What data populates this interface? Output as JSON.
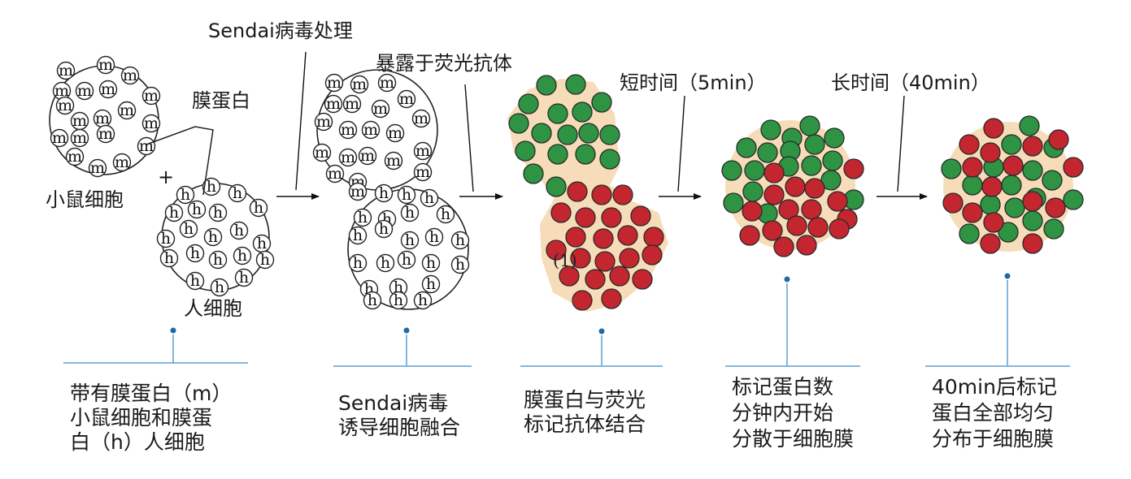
{
  "labels": {
    "membrane_protein": "膜蛋白",
    "mouse_cell": "小鼠细胞",
    "human_cell": "人细胞",
    "plus_sign": "+",
    "sendai_treatment": "Sendai病毒处理",
    "fluorescent_exposure": "暴露于荧光抗体",
    "short_time": "短时间（5min）",
    "long_time": "长时间（40min）",
    "marker_1": "(1)",
    "mouse_symbol": "m",
    "human_symbol": "h"
  },
  "captions": [
    {
      "lines": [
        "带有膜蛋白（m）",
        "小鼠细胞和膜蛋",
        "白（h）人细胞"
      ]
    },
    {
      "lines": [
        "Sendai病毒",
        "诱导细胞融合"
      ]
    },
    {
      "lines": [
        "膜蛋白与荧光",
        "标记抗体结合"
      ]
    },
    {
      "lines": [
        "标记蛋白数",
        "分钟内开始",
        "分散于细胞膜"
      ]
    },
    {
      "lines": [
        "40min后标记",
        "蛋白全部均匀",
        "分布于细胞膜"
      ]
    }
  ],
  "colors": {
    "green": "#2e9444",
    "red": "#c42630",
    "cell_fill": "#f6dcb8",
    "caption_line": "#5b9fd3",
    "dot": "#1f6aa5"
  }
}
